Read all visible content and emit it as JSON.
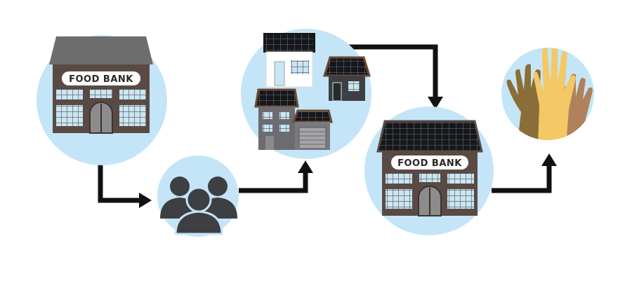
{
  "food_bank_1": {
    "sign": "FOOD BANK"
  },
  "food_bank_2": {
    "sign": "FOOD BANK"
  },
  "colors": {
    "circle": "#c4e5f7",
    "building": "#5a4a44",
    "roof": "#6d6d6d",
    "window": "#c8e6f5",
    "arrow": "#111111",
    "people": "#3e3f43",
    "solar": "#15171b",
    "hand_skin_1": "#8a6e38",
    "hand_skin_2": "#f3c865",
    "hand_skin_3": "#b0815a"
  },
  "steps": [
    "food-bank",
    "community-members",
    "solar-homes",
    "solar-food-bank",
    "helping-hands"
  ]
}
